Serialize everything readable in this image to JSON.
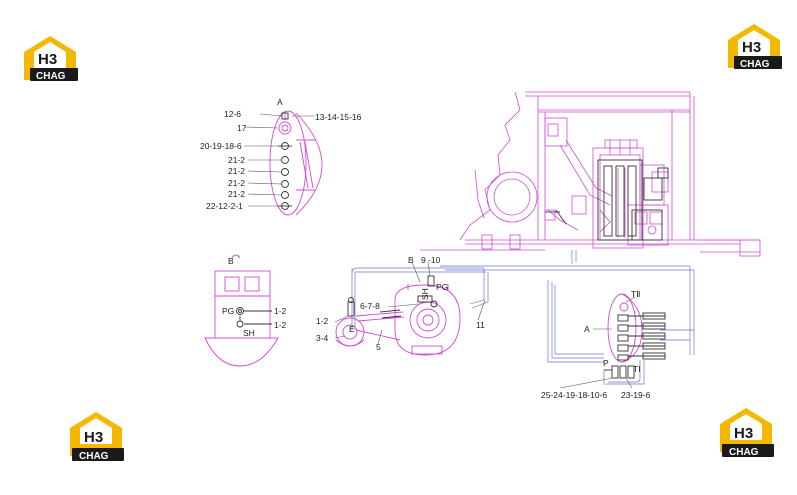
{
  "logos": {
    "mark": "H3",
    "brand": "CHAG",
    "color_yellow": "#f5b800",
    "color_dark": "#1a1a1a"
  },
  "colors": {
    "magenta": "#d24ad8",
    "line_dark": "#333333",
    "line_blue": "#8c96d8"
  },
  "labels": {
    "view_a_top": "A",
    "top_12_6": "12-6",
    "top_17": "17",
    "top_13_16": "13-14-15-16",
    "top_20_6": "20-19-18-6",
    "top_21a": "21-2",
    "top_21b": "21-2",
    "top_21c": "21-2",
    "top_21d": "21-2",
    "top_22_1": "22-12-2-1",
    "view_b": "B",
    "b_pg": "PG",
    "b_sh": "SH",
    "b_12a": "1-2",
    "b_12b": "1-2",
    "m_b": "B",
    "m_9_10": "9 -10",
    "m_pg": "PG",
    "m_sh": "SH",
    "m_678": "6-7-8",
    "m_12": "1-2",
    "m_e": "E",
    "m_34": "3-4",
    "m_5": "5",
    "m_11": "11",
    "r_t2": "TⅡ",
    "r_a": "A",
    "r_p": "P",
    "r_t1": "TⅠ",
    "r_bottom_left": "25-24-19-18-10-6",
    "r_bottom_right": "23-19-6"
  }
}
